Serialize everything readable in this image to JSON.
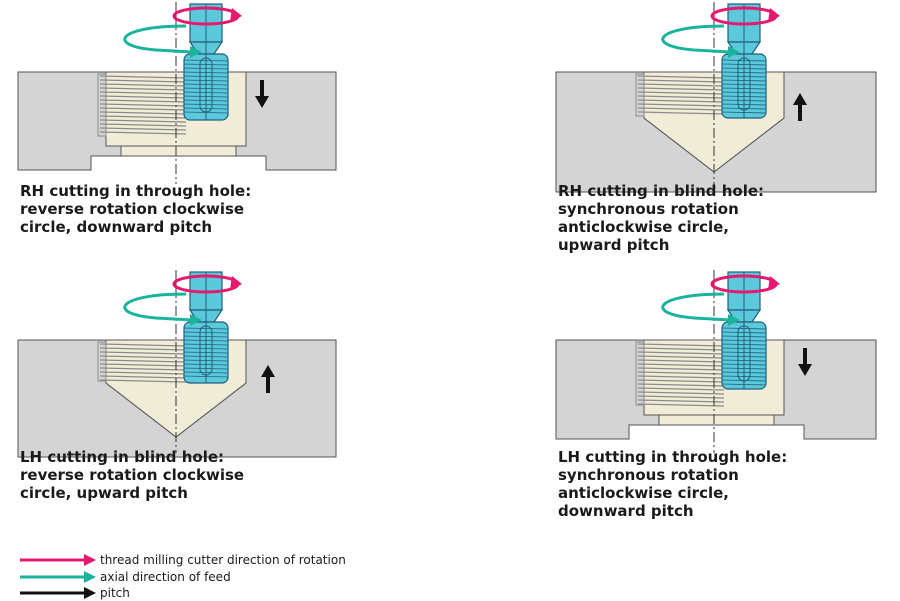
{
  "colors": {
    "background": "#ffffff",
    "workpiece": "#d4d4d4",
    "workpiece_edge": "#555555",
    "bore_liner": "#f1ecd7",
    "thread": "#8a8a8a",
    "cutter": "#5cc8dc",
    "cutter_edge": "#1f5f78",
    "rotation_arrow": "#e6196e",
    "feed_arrow": "#19b49b",
    "pitch_arrow": "#111111"
  },
  "panels": [
    {
      "caption": [
        "RH cutting in through hole:",
        "reverse rotation clockwise",
        "circle, downward pitch"
      ]
    },
    {
      "caption": [
        "RH cutting in blind hole:",
        "synchronous rotation",
        "anticlockwise circle,",
        "upward pitch"
      ]
    },
    {
      "caption": [
        "LH cutting in blind hole:",
        "reverse rotation clockwise",
        "circle, upward pitch"
      ]
    },
    {
      "caption": [
        "LH cutting in through hole:",
        "synchronous rotation",
        "anticlockwise circle,",
        "downward pitch"
      ]
    }
  ],
  "legend": [
    {
      "label": "thread milling cutter direction of rotation",
      "color": "#e6196e"
    },
    {
      "label": "axial direction of feed",
      "color": "#19b49b"
    },
    {
      "label": "pitch",
      "color": "#111111"
    }
  ]
}
